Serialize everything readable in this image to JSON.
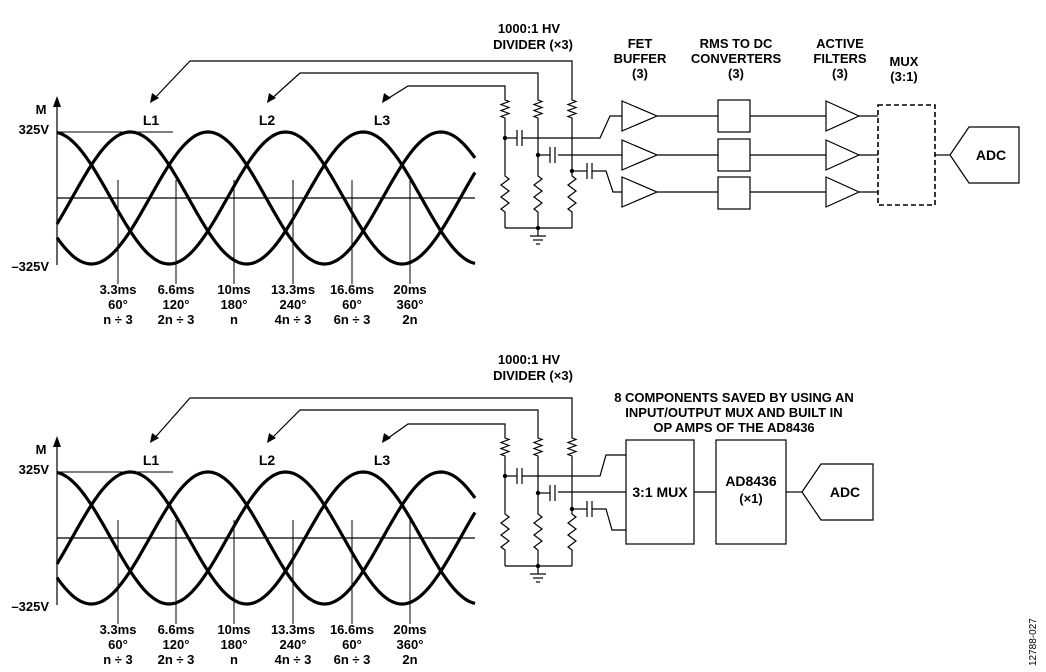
{
  "top": {
    "divider": {
      "line1": "1000:1 HV",
      "line2": "DIVIDER (×3)"
    },
    "fet": {
      "line1": "FET",
      "line2": "BUFFER",
      "line3": "(3)"
    },
    "rms": {
      "line1": "RMS TO DC",
      "line2": "CONVERTERS",
      "line3": "(3)"
    },
    "filters": {
      "line1": "ACTIVE",
      "line2": "FILTERS",
      "line3": "(3)"
    },
    "mux": {
      "line1": "MUX",
      "line2": "(3:1)"
    },
    "adc": "ADC"
  },
  "bottom": {
    "divider": {
      "line1": "1000:1 HV",
      "line2": "DIVIDER (×3)"
    },
    "note": {
      "line1": "8 COMPONENTS SAVED BY USING AN",
      "line2": "INPUT/OUTPUT MUX AND BUILT IN",
      "line3": "OP AMPS OF THE AD8436"
    },
    "mux": "3:1 MUX",
    "ad8436": {
      "line1": "AD8436",
      "line2": "(×1)"
    },
    "adc": "ADC"
  },
  "waveform": {
    "axis_label": "M",
    "vmax": "325V",
    "vmin": "–325V",
    "phases": [
      "L1",
      "L2",
      "L3"
    ],
    "ticks": [
      {
        "time": "3.3ms",
        "deg": "60°",
        "n": "n ÷ 3"
      },
      {
        "time": "6.6ms",
        "deg": "120°",
        "n": "2n ÷ 3"
      },
      {
        "time": "10ms",
        "deg": "180°",
        "n": "n"
      },
      {
        "time": "13.3ms",
        "deg": "240°",
        "n": "4n ÷ 3"
      },
      {
        "time": "16.6ms",
        "deg": "60°",
        "n": "6n ÷ 3"
      },
      {
        "time": "20ms",
        "deg": "360°",
        "n": "2n"
      }
    ]
  },
  "figure_id": "12788-027"
}
